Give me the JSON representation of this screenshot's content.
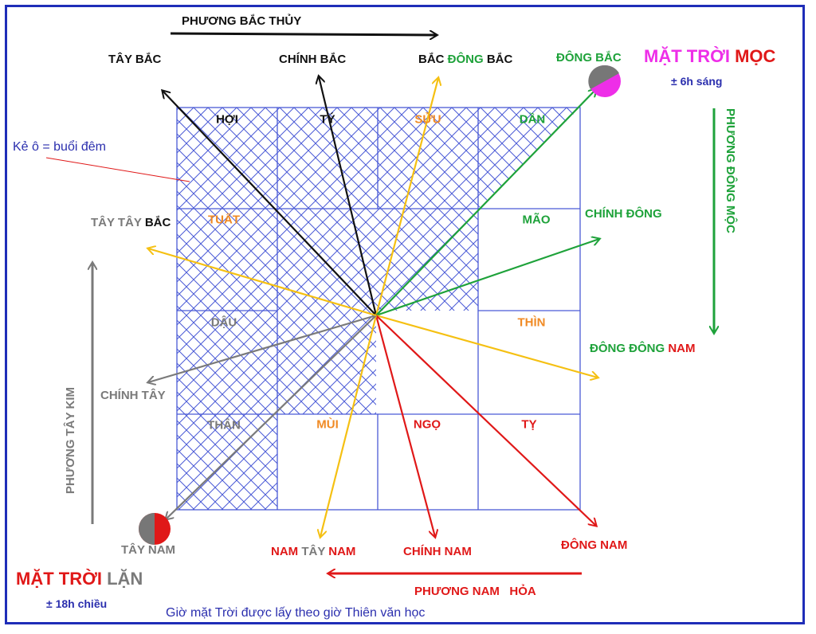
{
  "colors": {
    "frame": "#1f2db8",
    "grid": "#4a5ad6",
    "black": "#111111",
    "green": "#1ea23a",
    "orange": "#f08a24",
    "red": "#e01818",
    "gray": "#7a7a7a",
    "yellow": "#f5c012",
    "magenta": "#ee2ee8",
    "navy": "#2b2fae"
  },
  "top": {
    "title": "PHƯƠNG BẮC THỦY",
    "tay_bac": "TÂY BẮC",
    "chinh_bac": "CHÍNH BẮC",
    "bac_dong_bac_1": "BẮC",
    "bac_dong_bac_2": "ĐÔNG",
    "bac_dong_bac_3": "BẮC",
    "dong_bac": "ĐÔNG BẮC"
  },
  "sunrise": {
    "title_1": "MẶT TRỜI",
    "title_2": "MỌC",
    "plus_minus": "±",
    "time": "6h sáng"
  },
  "east": {
    "title": "PHƯƠNG ĐÔNG MỘC",
    "chinh_dong": "CHÍNH ĐÔNG",
    "dong_dong_nam_1": "ĐÔNG ĐÔNG",
    "dong_dong_nam_2": "NAM",
    "dong_nam": "ĐÔNG NAM"
  },
  "west": {
    "title": "PHƯƠNG TÂY KIM",
    "tay_tay_bac_1": "TÂY TÂY",
    "tay_tay_bac_2": "BẮC",
    "chinh_tay": "CHÍNH TÂY",
    "tay_nam": "TÂY NAM"
  },
  "south": {
    "title_1": "PHƯƠNG NAM",
    "title_2": "HỎA",
    "nam_tay_nam_1": "NAM",
    "nam_tay_nam_2": "TÂY",
    "nam_tay_nam_3": "NAM",
    "chinh_nam": "CHÍNH NAM"
  },
  "sunset": {
    "title_1": "MẶT TRỜI",
    "title_2": "LẶN",
    "plus_minus": "±",
    "time": "18h chiều"
  },
  "legend": {
    "hatch_note": "Kẻ ô = buổi đêm"
  },
  "footer": {
    "note": "Giờ mặt Trời được lấy theo giờ Thiên văn học"
  },
  "cells": {
    "hoi": "HỢI",
    "ty_rat": "TÝ",
    "suu": "SỬU",
    "dan": "DẦN",
    "tuat": "TUẤT",
    "mao": "MÃO",
    "dau": "DẬU",
    "thin": "THÌN",
    "than": "THÂN",
    "mui": "MÙI",
    "ngo": "NGỌ",
    "ty_snake": "TỴ"
  }
}
